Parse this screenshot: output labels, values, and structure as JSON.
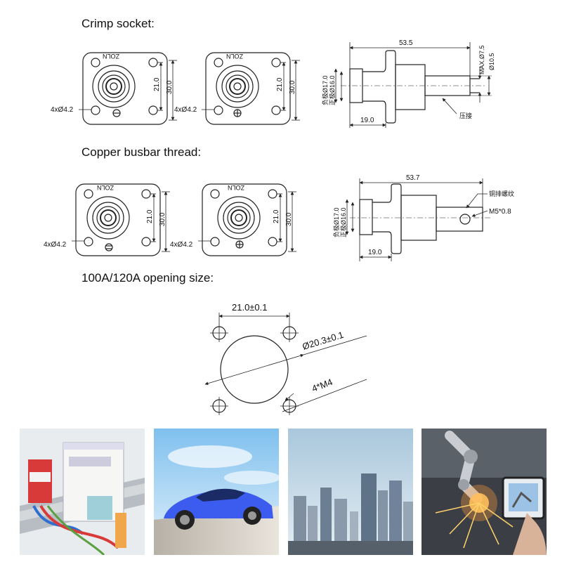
{
  "sections": {
    "crimp_title": "Crimp socket:",
    "busbar_title": "Copper busbar thread:",
    "opening_title": "100A/120A opening size:"
  },
  "crimp": {
    "holes_label_a": "4xØ4.2",
    "holes_label_b": "4xØ4.2",
    "dim_21_a": "21.0",
    "dim_30_a": "30.0",
    "dim_21_b": "21.0",
    "dim_30_b": "30.0",
    "brand_a": "ZOLN",
    "brand_b": "ZOLN",
    "side_length": "53.5",
    "side_max": "MAX.Ø7.5",
    "side_dia_pin": "Ø10.5",
    "side_neg": "负极Ø17.0",
    "side_pos": "正极Ø16.0",
    "side_flange": "19.0",
    "side_crimp": "压接"
  },
  "busbar": {
    "holes_label_a": "4xØ4.2",
    "holes_label_b": "4xØ4.2",
    "dim_21_a": "21.0",
    "dim_30_a": "30.0",
    "dim_21_b": "21.0",
    "dim_30_b": "30.0",
    "brand_a": "ZOLN",
    "brand_b": "ZOLN",
    "side_length": "53.7",
    "side_thread_cn": "铜排螺纹",
    "side_thread": "M5*0.8",
    "side_neg": "负极Ø17.0",
    "side_pos": "正极Ø16.0",
    "side_flange": "19.0"
  },
  "opening": {
    "pitch": "21.0±0.1",
    "diameter": "Ø20.3±0.1",
    "screws": "4*M4"
  },
  "photos": [
    {
      "name": "din-rail-power-supply-photo"
    },
    {
      "name": "blue-sports-car-photo"
    },
    {
      "name": "city-skyline-photo"
    },
    {
      "name": "robot-arm-welding-photo"
    }
  ],
  "colors": {
    "line": "#222222",
    "accent_red": "#d83a3a",
    "sky": "#8fc6ee",
    "car": "#3c5cf0"
  }
}
